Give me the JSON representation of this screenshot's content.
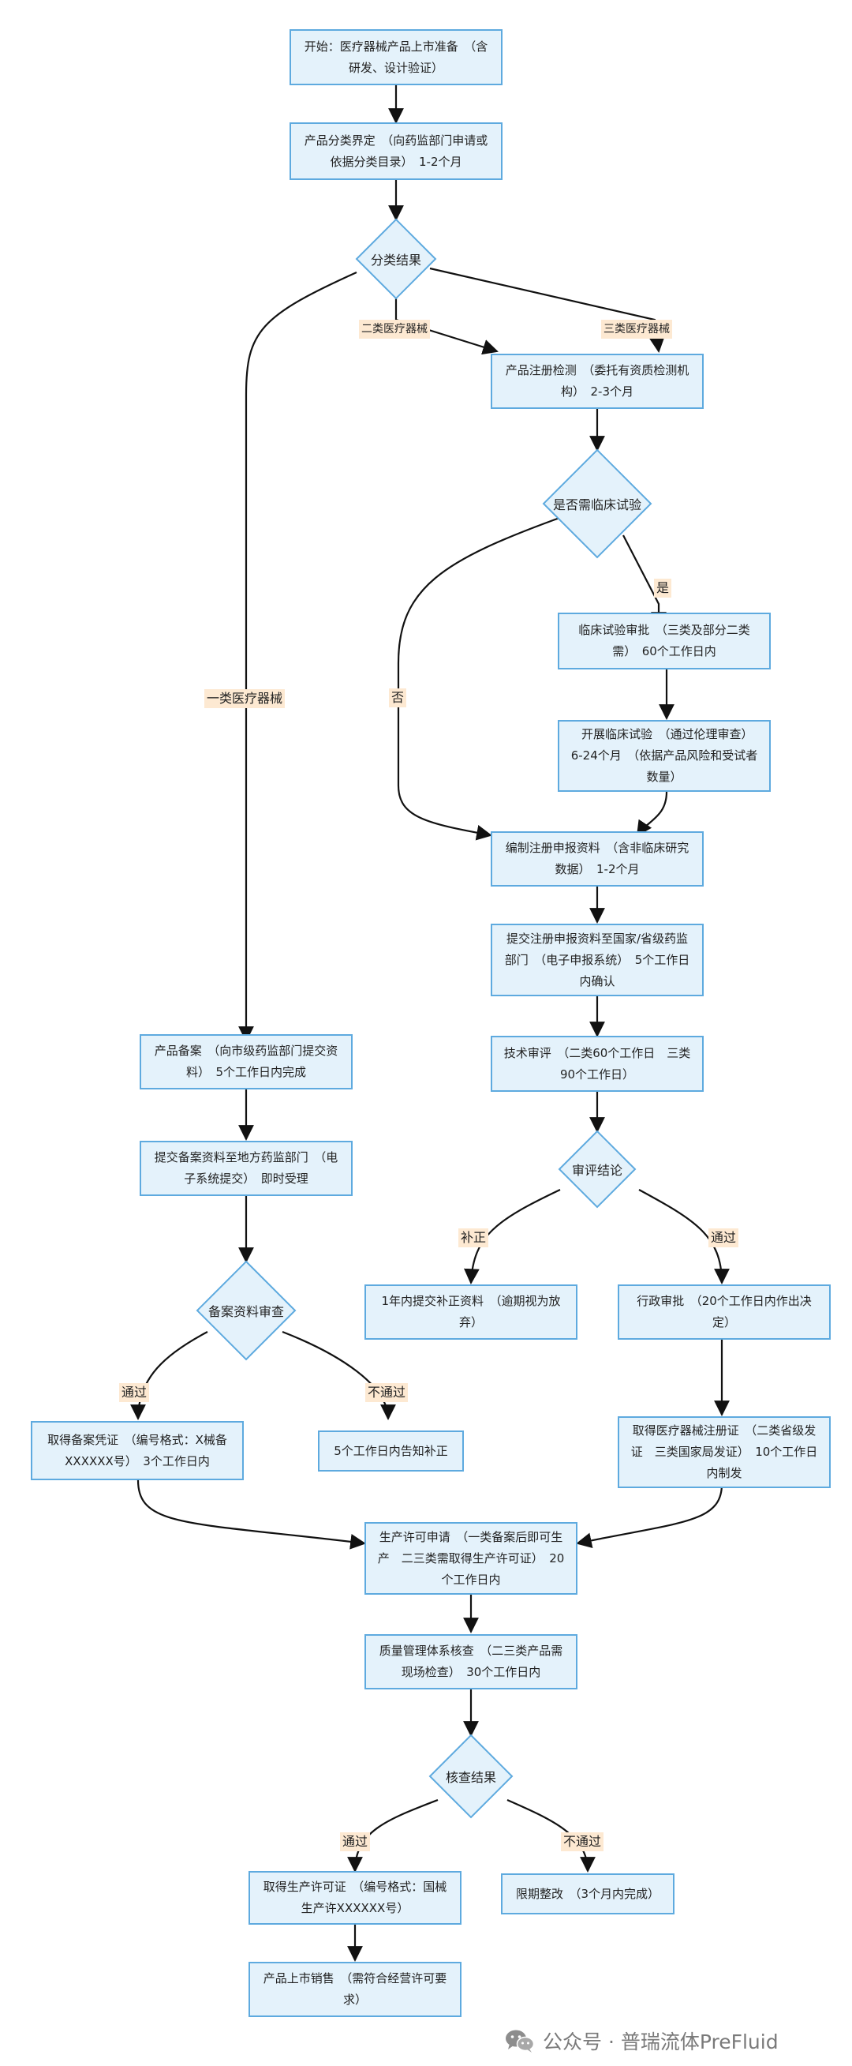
{
  "nodes": {
    "start": "开始：医疗器械产品上市准备　（含研发、设计验证）",
    "classify": "产品分类界定　（向药监部门申请或依据分类目录）　1-2个月",
    "register_test": "产品注册检测　（委托有资质检测机构）　2-3个月",
    "clinical_approval": "临床试验审批　（三类及部分二类需）　60个工作日内",
    "clinical_trial": "开展临床试验　（通过伦理审查）　6-24个月　（依据产品风险和受试者数量）",
    "compile_docs": "编制注册申报资料　（含非临床研究数据）　1-2个月",
    "submit_docs": "提交注册申报资料至国家/省级药监部门　（电子申报系统）　5个工作日内确认",
    "tech_review": "技术审评　（二类60个工作日　三类90个工作日）",
    "supplement": "1年内提交补正资料　（逾期视为放弃）",
    "admin_approval": "行政审批　（20个工作日内作出决定）",
    "reg_cert": "取得医疗器械注册证　（二类省级发证　三类国家局发证）　10个工作日内制发",
    "filing": "产品备案　（向市级药监部门提交资料）　5个工作日内完成",
    "submit_filing": "提交备案资料至地方药监部门　（电子系统提交）　即时受理",
    "filing_cert": "取得备案凭证　（编号格式：X械备XXXXXX号）　3个工作日内",
    "notify_fix": "5个工作日内告知补正",
    "prod_license_apply": "生产许可申请　（一类备案后即可生产　二三类需取得生产许可证）　20个工作日内",
    "qms_check": "质量管理体系核查　（二三类产品需现场检查）　30个工作日内",
    "prod_license": "取得生产许可证　（编号格式：国械生产许XXXXXX号）",
    "rectify": "限期整改　（3个月内完成）",
    "market": "产品上市销售　（需符合经营许可要求）"
  },
  "decisions": {
    "classification_result": "分类结果",
    "need_clinical": "是否需临床试验",
    "review_conclusion": "审评结论",
    "filing_review": "备案资料审查",
    "inspection_result": "核查结果"
  },
  "edge_labels": {
    "class1": "一类医疗器械",
    "class2": "二类医疗器械",
    "class3": "三类医疗器械",
    "yes": "是",
    "no": "否",
    "supplement": "补正",
    "pass_review": "通过",
    "pass_filing": "通过",
    "fail_filing": "不通过",
    "pass_inspection": "通过",
    "fail_inspection": "不通过"
  },
  "watermark": {
    "text": "公众号 · 普瑞流体PreFluid",
    "icon": "wechat-icon"
  },
  "colors": {
    "node_fill": "#e4f2fb",
    "node_border": "#5eaadf",
    "label_bg": "#fde9d2",
    "arrow": "#111111"
  }
}
